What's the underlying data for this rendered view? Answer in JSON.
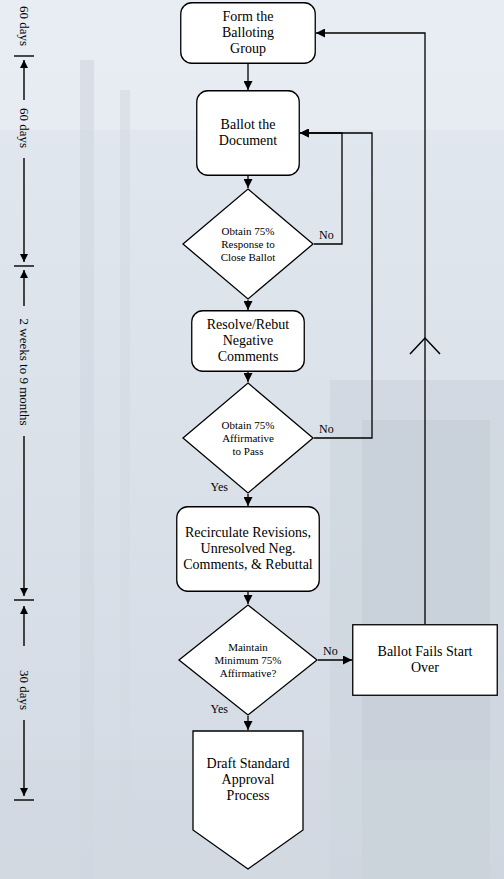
{
  "diagram": {
    "nodes": [
      {
        "text": [
          "Form the Balloting Group"
        ]
      },
      {
        "text": [
          "Ballot the Document"
        ]
      },
      {
        "text": [
          "Obtain 75% Response to Close Ballot"
        ]
      },
      {
        "text": [
          "Resolve/Rebut Negative Comments"
        ]
      },
      {
        "text": [
          "Obtain 75% Affirmative to Pass"
        ]
      },
      {
        "text": [
          "Recirculate Revisions, Unresolved Neg. Comments, & Rebuttal"
        ]
      },
      {
        "text": [
          "Maintain Minimum 75% Affirmative?"
        ]
      },
      {
        "text": [
          "Ballot Fails Start Over"
        ]
      },
      {
        "text": [
          "Draft Standard Approval Process"
        ]
      }
    ],
    "edges": [
      {
        "from": 0,
        "to": 1,
        "arrow": "to"
      },
      {
        "from": 1,
        "to": 2,
        "arrow": "to"
      },
      {
        "from": 2,
        "to": 1,
        "label": "No",
        "arrow": "to"
      },
      {
        "from": 2,
        "to": 3,
        "arrow": "to"
      },
      {
        "from": 3,
        "to": 4,
        "arrow": "to"
      },
      {
        "from": 4,
        "to": 1,
        "label": "No",
        "arrow": "to"
      },
      {
        "from": 4,
        "to": 5,
        "label": "Yes",
        "arrow": "to"
      },
      {
        "from": 5,
        "to": 6,
        "arrow": "to"
      },
      {
        "from": 6,
        "to": 7,
        "label": "No",
        "arrow": "to"
      },
      {
        "from": 6,
        "to": 8,
        "label": "Yes",
        "arrow": "to"
      },
      {
        "from": 7,
        "to": 0,
        "arrow": "to"
      }
    ],
    "labels": [
      "60 days",
      "60 days",
      "2 weeks to 9 months",
      "30 days"
    ]
  }
}
